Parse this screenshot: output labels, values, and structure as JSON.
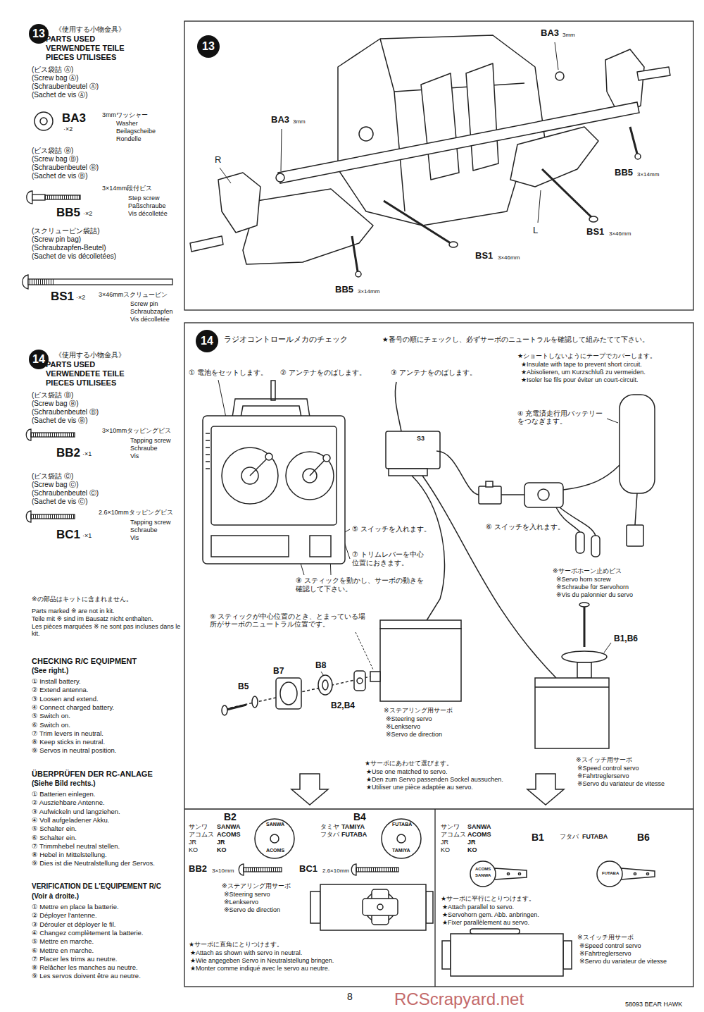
{
  "diagram": {
    "nodes": [
      {
        "text": [
          "13"
        ]
      },
      {
        "text": [
          "13"
        ]
      },
      {
        "text": [
          "14"
        ]
      },
      {
        "text": [
          "14"
        ]
      }
    ],
    "labels": [
      "《使用する小物金具》",
      "PARTS USED",
      "VERWENDETE TEILE",
      "PIECES UTILISEES",
      "(ビス袋詰 Ⓐ)",
      "(Screw bag Ⓐ)",
      "(Schraubenbeutel Ⓐ)",
      "(Sachet de vis Ⓐ)",
      "BA3",
      "·×2",
      "3mmワッシャー",
      "Washer",
      "Beilagscheibe",
      "Rondelle",
      "(ビス袋詰 Ⓑ)",
      "(Screw bag Ⓑ)",
      "(Schraubenbeutel Ⓑ)",
      "(Sachet de vis Ⓑ)",
      "3×14mm段付ビス",
      "Step screw",
      "Paßschraube",
      "Vis décolletée",
      "BB5",
      "·×2",
      "(スクリューピン袋詰)",
      "(Screw pin bag)",
      "(Schraubzapfen-Beutel)",
      "(Sachet de vis décolletées)",
      "BS1",
      "·×2",
      "3×46mmスクリューピン",
      "Screw pin",
      "Schraubzapfen",
      "Vis décolletée",
      "《使用する小物金具》",
      "PARTS USED",
      "VERWENDETE TEILE",
      "PIECES UTILISEES",
      "(ビス袋詰 Ⓑ)",
      "(Screw bag Ⓑ)",
      "(Schraubenbeutel Ⓑ)",
      "(Sachet de vis Ⓑ)",
      "3×10mmタッピングビス",
      "Tapping screw",
      "Schraube",
      "Vis",
      "BB2",
      "·×1",
      "(ビス袋詰 Ⓒ)",
      "(Screw bag Ⓒ)",
      "(Schraubenbeutel Ⓒ)",
      "(Sachet de vis Ⓒ)",
      "2.6×10mmタッピングビス",
      "Tapping screw",
      "Schraube",
      "Vis",
      "BC1",
      "·×1",
      "※の部品はキットに含まれません。",
      "Parts marked ※ are not in kit.",
      "Teile mit ※ sind im Bausatz nicht enthalten.",
      "Les pièces marquées ※ ne sont pas incluses dans le kit.",
      "CHECKING R/C EQUIPMENT",
      "(See right.)",
      "① Install battery.",
      "② Extend antenna.",
      "③ Loosen and extend.",
      "④ Connect charged battery.",
      "⑤ Switch on.",
      "⑥ Switch on.",
      "⑦ Trim levers in neutral.",
      "⑧ Keep sticks in neutral.",
      "⑨ Servos in neutral position.",
      "ÜBERPRÜFEN DER RC-ANLAGE",
      "(Siehe Bild rechts.)",
      "① Batterien einlegen.",
      "② Ausziehbare Antenne.",
      "③ Aufwickeln und langziehen.",
      "④ Voll aufgeladener Akku.",
      "⑤ Schalter ein.",
      "⑥ Schalter ein.",
      "⑦ Trimmhebel neutral stellen.",
      "⑧ Hebel in Mittelstellung.",
      "⑨ Dies ist die Neutralstellung der Servos.",
      "VERIFICATION DE L'EQUIPEMENT R/C",
      "(Voir à droite.)",
      "① Mettre en place la batterie.",
      "② Déployer l'antenne.",
      "③ Dérouler et déployer le fil.",
      "④ Changez complètement la batterie.",
      "⑤ Mettre en marche.",
      "⑥ Mettre en marche.",
      "⑦ Placer les trims au neutre.",
      "⑧ Relâcher les manches au neutre.",
      "⑨ Les servos doivent être au neutre.",
      "BA3",
      "3mm",
      "BA3",
      "3mm",
      "R",
      "BB5",
      "3×14mm",
      "L",
      "BS1",
      "3×46mm",
      "BS1",
      "3×46mm",
      "BB5",
      "3×14mm",
      "ラジオコントロールメカのチェック",
      "★番号の順にチェックし、必ずサーボのニュートラルを確認して組みたてて下さい。",
      "① 電池をセットします。",
      "② アンテナをのばします。",
      "③ アンテナをのばします。",
      "★ショートしないようにテープでカバーします。",
      "★Insulate with tape to prevent short circuit.",
      "★Abisolieren, um Kurzschluß zu vermeiden.",
      "★Isoler lse fils pour éviter un court-circuit.",
      "④ 充電済走行用バッテリーをつなぎます。",
      "⑤ スイッチを入れます。",
      "⑥ スイッチを入れます。",
      "⑦ トリムレバーを中心位置におきます。",
      "⑧ スティックを動かし、サーボの動きを確認して下さい。",
      "※サーボホーン止めビス",
      "※Servo horn screw",
      "※Schraube für Servohorn",
      "※Vis du palonnier du servo",
      "B1,B6",
      "⑨ スティックが中心位置のとき、とまっている場所がサーボのニュートラル位置です。",
      "B8",
      "B7",
      "B5",
      "B2,B4",
      "※ステアリング用サーボ",
      "※Steering servo",
      "※Lenkservo",
      "※Servo de direction",
      "※スイッチ用サーボ",
      "※Speed control servo",
      "※Fahrtreglerservo",
      "※Servo du variateur de vitesse",
      "★サーボにあわせて選びます。",
      "★Use one matched to servo.",
      "★Den zum Servo passenden Sockel aussuchen.",
      "★Utiliser une pièce adaptée au servo.",
      "S3",
      "B2",
      "B4",
      "サンワ",
      "アコムス",
      "JR",
      "KO",
      "SANWA",
      "ACOMS",
      "JR",
      "KO",
      "SANWA",
      "ACOMS",
      "タミヤ",
      "フタバ",
      "TAMIYA",
      "FUTABA",
      "FUTABA",
      "TAMIYA",
      "BB2",
      "3×10mm",
      "BC1",
      "2.6×10mm",
      "※ステアリング用サーボ",
      "※Steering servo",
      "※Lenkservo",
      "※Servo de direction",
      "★サーボに直角にとりつけます。",
      "★Attach as shown with servo in neutral.",
      "★Wie angegeben Servo in Neutralstellung bringen.",
      "★Monter comme indiqué avec le servo au neutre.",
      "サンワ",
      "アコムス",
      "JR",
      "KO",
      "SANWA",
      "ACOMS",
      "JR",
      "KO",
      "B1",
      "フタバ",
      "FUTABA",
      "B6",
      "ACOMS",
      "SANWA",
      "FUTABA",
      "★サーボに平行にとりつけます。",
      "★Attach parallel to servo.",
      "★Servohorn gem. Abb. anbringen.",
      "★Fixer parallèlement au servo.",
      "※スイッチ用サーボ",
      "※Speed control servo",
      "※Fahrtreglerservo",
      "※Servo du variateur de vitesse",
      "8",
      "58093 BEAR HAWK",
      "RCScrapyard.net"
    ]
  }
}
